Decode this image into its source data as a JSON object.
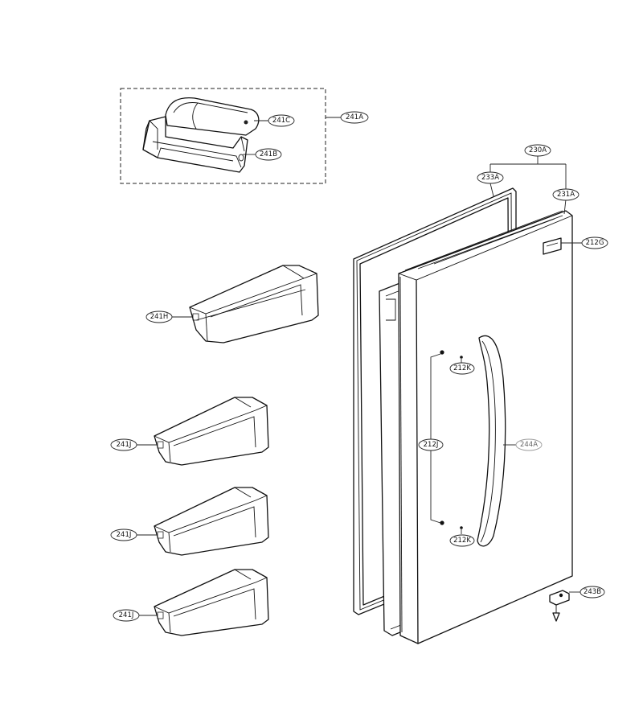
{
  "labels": {
    "l241A": "241A",
    "l241C": "241C",
    "l241B": "241B",
    "l241H": "241H",
    "l241J_1": "241J",
    "l241J_2": "241J",
    "l241J_3": "241J",
    "l230A": "230A",
    "l233A": "233A",
    "l231A": "231A",
    "l212G": "212G",
    "l212K_top": "212K",
    "l212J": "212J",
    "l244A": "244A",
    "l212K_bottom": "212K",
    "l243B": "243B"
  }
}
